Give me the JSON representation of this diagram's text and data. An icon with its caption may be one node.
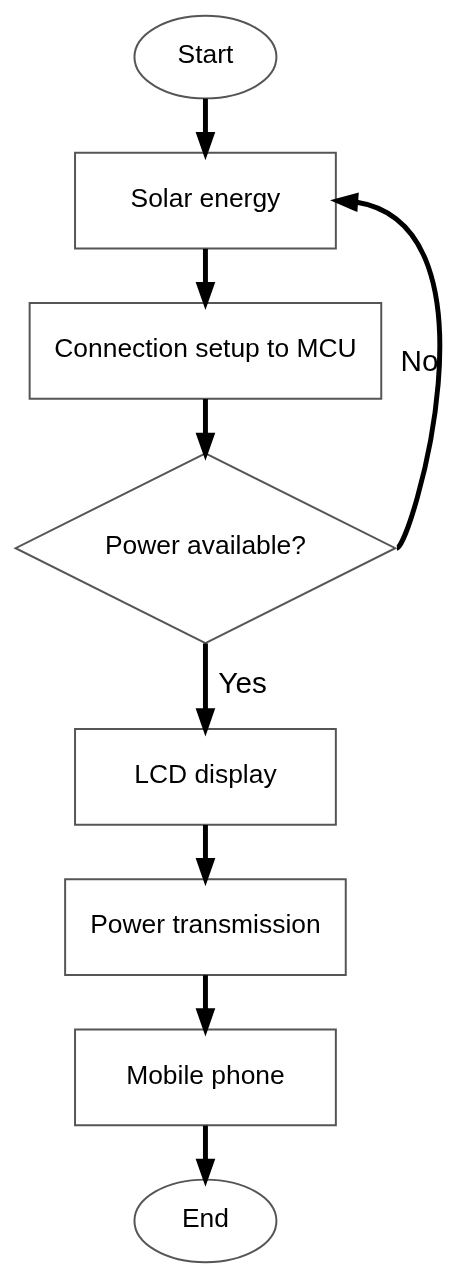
{
  "diagram": {
    "nodes": [
      {
        "text": [
          "Start"
        ]
      },
      {
        "text": [
          "Solar energy"
        ]
      },
      {
        "text": [
          "Connection setup to MCU"
        ]
      },
      {
        "text": [
          "Power available?"
        ]
      },
      {
        "text": [
          "LCD display"
        ]
      },
      {
        "text": [
          "Power transmission"
        ]
      },
      {
        "text": [
          "Mobile phone"
        ]
      },
      {
        "text": [
          "End"
        ]
      }
    ],
    "edges": [
      {
        "from": 0,
        "to": 1,
        "arrow": "to"
      },
      {
        "from": 1,
        "to": 2,
        "arrow": "to"
      },
      {
        "from": 2,
        "to": 3,
        "arrow": "to"
      },
      {
        "from": 3,
        "to": 4,
        "arrow": "to",
        "label": "Yes"
      },
      {
        "from": 3,
        "to": 1,
        "arrow": "to",
        "label": "No"
      },
      {
        "from": 4,
        "to": 5,
        "arrow": "to"
      },
      {
        "from": 5,
        "to": 6,
        "arrow": "to"
      },
      {
        "from": 6,
        "to": 7,
        "arrow": "to"
      }
    ]
  }
}
